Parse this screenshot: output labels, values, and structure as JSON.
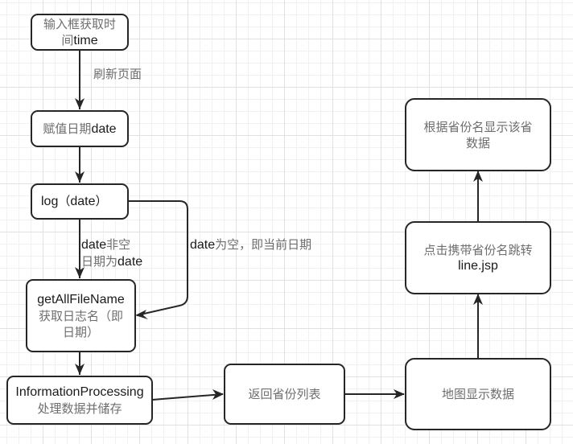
{
  "diagram": {
    "type": "flowchart",
    "nodes": {
      "input_time": {
        "lines": [
          [
            "输入框获取时",
            ""
          ],
          [
            "间",
            "time"
          ]
        ]
      },
      "assign_date": {
        "lines": [
          [
            "赋值日期",
            "date"
          ]
        ]
      },
      "log_date": {
        "lines": [
          [
            "",
            "log"
          ],
          [
            "（",
            ""
          ],
          [
            "",
            "date"
          ],
          [
            "）",
            ""
          ]
        ]
      },
      "get_all_file_name": {
        "lines": [
          [
            "",
            "getAllFileName"
          ],
          [
            "获取日志名（即日期）",
            ""
          ]
        ]
      },
      "information_processing": {
        "lines": [
          [
            "",
            "InformationProcessing"
          ],
          [
            "处理数据并储存",
            ""
          ]
        ]
      },
      "return_province_list": {
        "lines": [
          [
            "返回省份列表",
            ""
          ]
        ]
      },
      "map_show_data": {
        "lines": [
          [
            "地图显示数据",
            ""
          ]
        ]
      },
      "click_jump": {
        "lines": [
          [
            "点击携带省份名跳转",
            ""
          ],
          [
            "",
            "line.jsp"
          ]
        ]
      },
      "show_province_data": {
        "lines": [
          [
            "根据省份名显示该省数据",
            ""
          ]
        ]
      }
    },
    "labels": {
      "refresh_page": "刷新页面",
      "date_not_empty_1_latin": "date",
      "date_not_empty_1_cjk": "非空",
      "date_not_empty_2_cjk": "日期为",
      "date_not_empty_2_latin": "date",
      "date_empty_latin": "date",
      "date_empty_cjk": "为空，即当前日期"
    },
    "edges": [
      {
        "from": "input_time",
        "to": "assign_date",
        "label": "refresh_page"
      },
      {
        "from": "assign_date",
        "to": "log_date",
        "label": ""
      },
      {
        "from": "log_date",
        "to": "get_all_file_name",
        "label": "date_not_empty"
      },
      {
        "from": "log_date",
        "to": "get_all_file_name",
        "label": "date_empty"
      },
      {
        "from": "get_all_file_name",
        "to": "information_processing",
        "label": ""
      },
      {
        "from": "information_processing",
        "to": "return_province_list",
        "label": ""
      },
      {
        "from": "return_province_list",
        "to": "map_show_data",
        "label": ""
      },
      {
        "from": "map_show_data",
        "to": "click_jump",
        "label": ""
      },
      {
        "from": "click_jump",
        "to": "show_province_data",
        "label": ""
      }
    ]
  },
  "text": {
    "input_time_1": "输入框获取时",
    "input_time_2_cjk": "间",
    "input_time_2_latin": "time",
    "assign_date_cjk": "赋值日期",
    "assign_date_latin": "date",
    "log_latin": "log",
    "log_open": "（",
    "log_date_latin": "date",
    "log_close": "）",
    "gafn_latin": "getAllFileName",
    "gafn_cjk_1": "获取日志名（即",
    "gafn_cjk_2": "日期）",
    "ip_latin": "InformationProcessing",
    "ip_cjk": "处理数据并储存",
    "return_list": "返回省份列表",
    "map_show": "地图显示数据",
    "click_jump_cjk": "点击携带省份名跳转",
    "click_jump_latin": "line.jsp",
    "show_data_1": "根据省份名显示该省",
    "show_data_2": "数据"
  },
  "colors": {
    "stroke": "#262626",
    "text_cjk": "#6e6e6e",
    "text_latin": "#1a1a1a",
    "grid_major": "#e1e1e1",
    "grid_minor": "#f1f1f1"
  }
}
